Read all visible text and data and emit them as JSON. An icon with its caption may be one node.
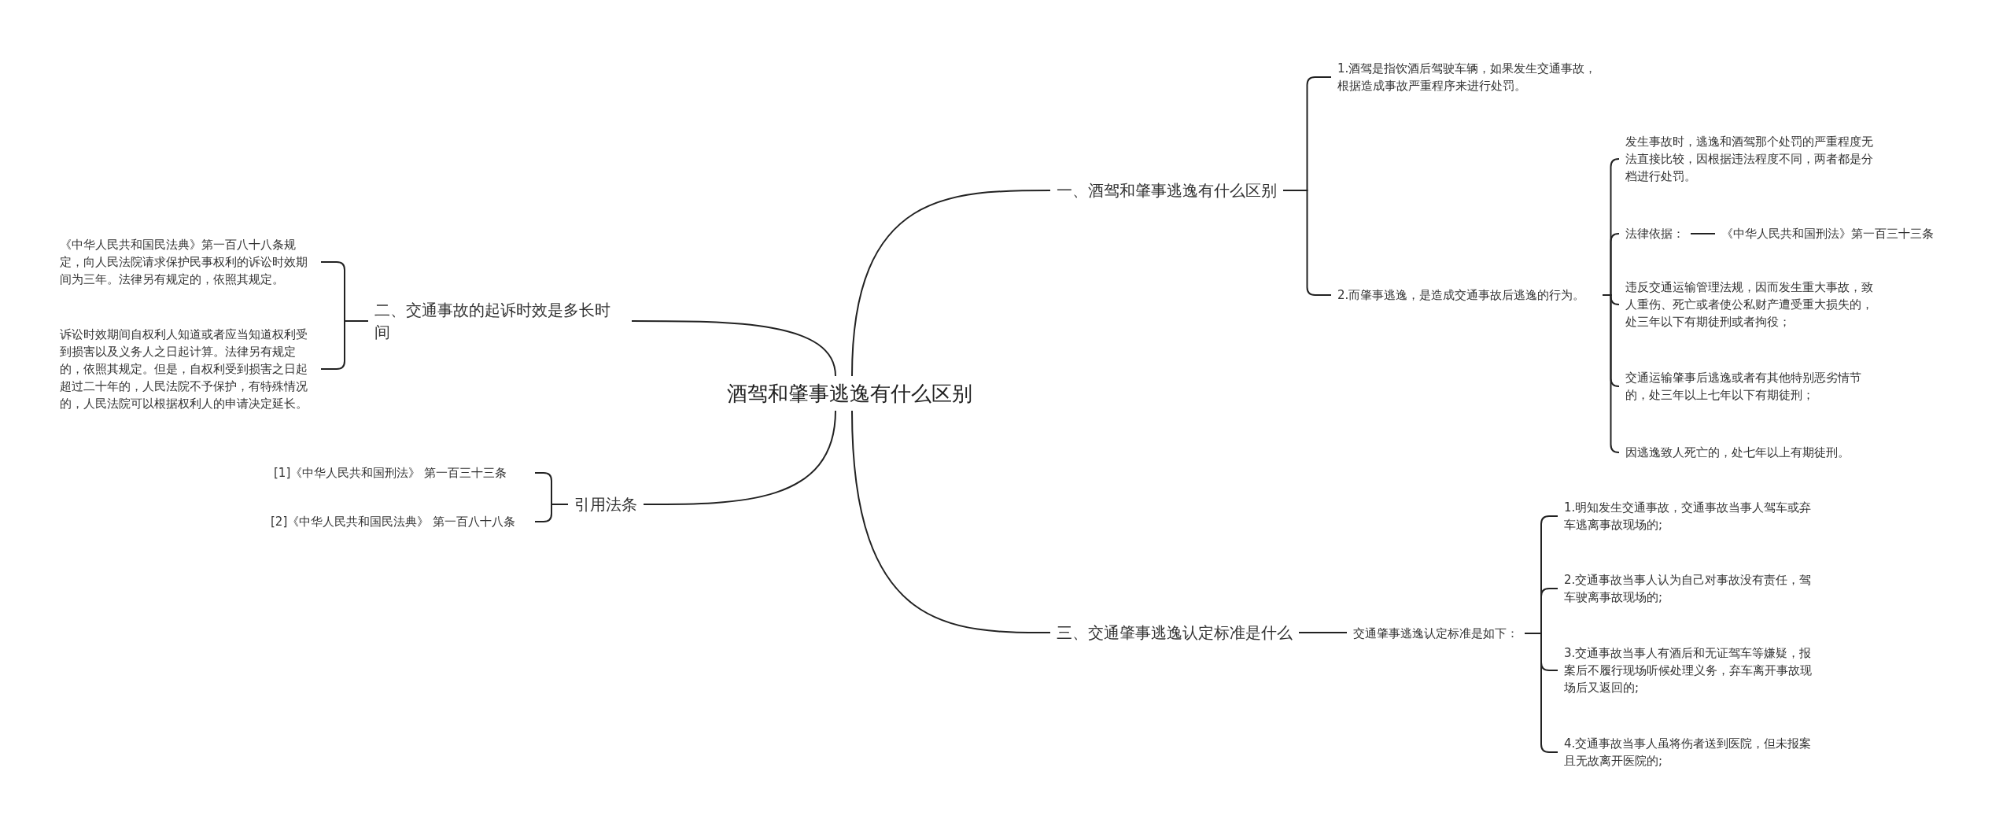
{
  "diagram": {
    "nodes": [
      {
        "text": [
          "酒驾和肇事逃逸有什么区别"
        ]
      },
      {
        "text": [
          "一、酒驾和肇事逃逸有什么区别"
        ]
      },
      {
        "text": [
          "1.酒驾是指饮酒后驾驶车辆，如果发生交通事故，根据造成事故严重程序来进行处罚。"
        ]
      },
      {
        "text": [
          "2.而肇事逃逸，是造成交通事故后逃逸的行为。"
        ]
      },
      {
        "text": [
          "发生事故时，逃逸和酒驾那个处罚的严重程度无法直接比较，因根据违法程度不同，两者都是分档进行处罚。"
        ]
      },
      {
        "text": [
          "法律依据："
        ]
      },
      {
        "text": [
          "《中华人民共和国刑法》第一百三十三条"
        ]
      },
      {
        "text": [
          "违反交通运输管理法规，因而发生重大事故，致人重伤、死亡或者使公私财产遭受重大损失的，处三年以下有期徒刑或者拘役；"
        ]
      },
      {
        "text": [
          "交通运输肇事后逃逸或者有其他特别恶劣情节的，处三年以上七年以下有期徒刑；"
        ]
      },
      {
        "text": [
          "因逃逸致人死亡的，处七年以上有期徒刑。"
        ]
      },
      {
        "text": [
          "二、交通事故的起诉时效是多长时间"
        ]
      },
      {
        "text": [
          "《中华人民共和国民法典》第一百八十八条规定，向人民法院请求保护民事权利的诉讼时效期间为三年。法律另有规定的，依照其规定。"
        ]
      },
      {
        "text": [
          "诉讼时效期间自权利人知道或者应当知道权利受到损害以及义务人之日起计算。法律另有规定的，依照其规定。但是，自权利受到损害之日起超过二十年的，人民法院不予保护，有特殊情况的，人民法院可以根据权利人的申请决定延长。"
        ]
      },
      {
        "text": [
          "引用法条"
        ]
      },
      {
        "text": [
          "[1]《中华人民共和国刑法》 第一百三十三条"
        ]
      },
      {
        "text": [
          "[2]《中华人民共和国民法典》 第一百八十八条"
        ]
      },
      {
        "text": [
          "三、交通肇事逃逸认定标准是什么"
        ]
      },
      {
        "text": [
          "交通肇事逃逸认定标准是如下："
        ]
      },
      {
        "text": [
          "1.明知发生交通事故，交通事故当事人驾车或弃车逃离事故现场的;"
        ]
      },
      {
        "text": [
          "2.交通事故当事人认为自己对事故没有责任，驾车驶离事故现场的;"
        ]
      },
      {
        "text": [
          "3.交通事故当事人有酒后和无证驾车等嫌疑，报案后不履行现场听候处理义务，弃车离开事故现场后又返回的;"
        ]
      },
      {
        "text": [
          "4.交通事故当事人虽将伤者送到医院，但未报案且无故离开医院的;"
        ]
      }
    ],
    "edges": [
      {
        "from": 0,
        "to": 1,
        "arrow": "none"
      },
      {
        "from": 1,
        "to": 2,
        "arrow": "none"
      },
      {
        "from": 1,
        "to": 3,
        "arrow": "none"
      },
      {
        "from": 3,
        "to": 4,
        "arrow": "none"
      },
      {
        "from": 3,
        "to": 5,
        "arrow": "none"
      },
      {
        "from": 5,
        "to": 6,
        "arrow": "none"
      },
      {
        "from": 3,
        "to": 7,
        "arrow": "none"
      },
      {
        "from": 3,
        "to": 8,
        "arrow": "none"
      },
      {
        "from": 3,
        "to": 9,
        "arrow": "none"
      },
      {
        "from": 0,
        "to": 10,
        "arrow": "none"
      },
      {
        "from": 10,
        "to": 11,
        "arrow": "none"
      },
      {
        "from": 10,
        "to": 12,
        "arrow": "none"
      },
      {
        "from": 0,
        "to": 13,
        "arrow": "none"
      },
      {
        "from": 13,
        "to": 14,
        "arrow": "none"
      },
      {
        "from": 13,
        "to": 15,
        "arrow": "none"
      },
      {
        "from": 0,
        "to": 16,
        "arrow": "none"
      },
      {
        "from": 16,
        "to": 17,
        "arrow": "none"
      },
      {
        "from": 17,
        "to": 18,
        "arrow": "none"
      },
      {
        "from": 17,
        "to": 19,
        "arrow": "none"
      },
      {
        "from": 17,
        "to": 20,
        "arrow": "none"
      },
      {
        "from": 17,
        "to": 21,
        "arrow": "none"
      }
    ]
  }
}
